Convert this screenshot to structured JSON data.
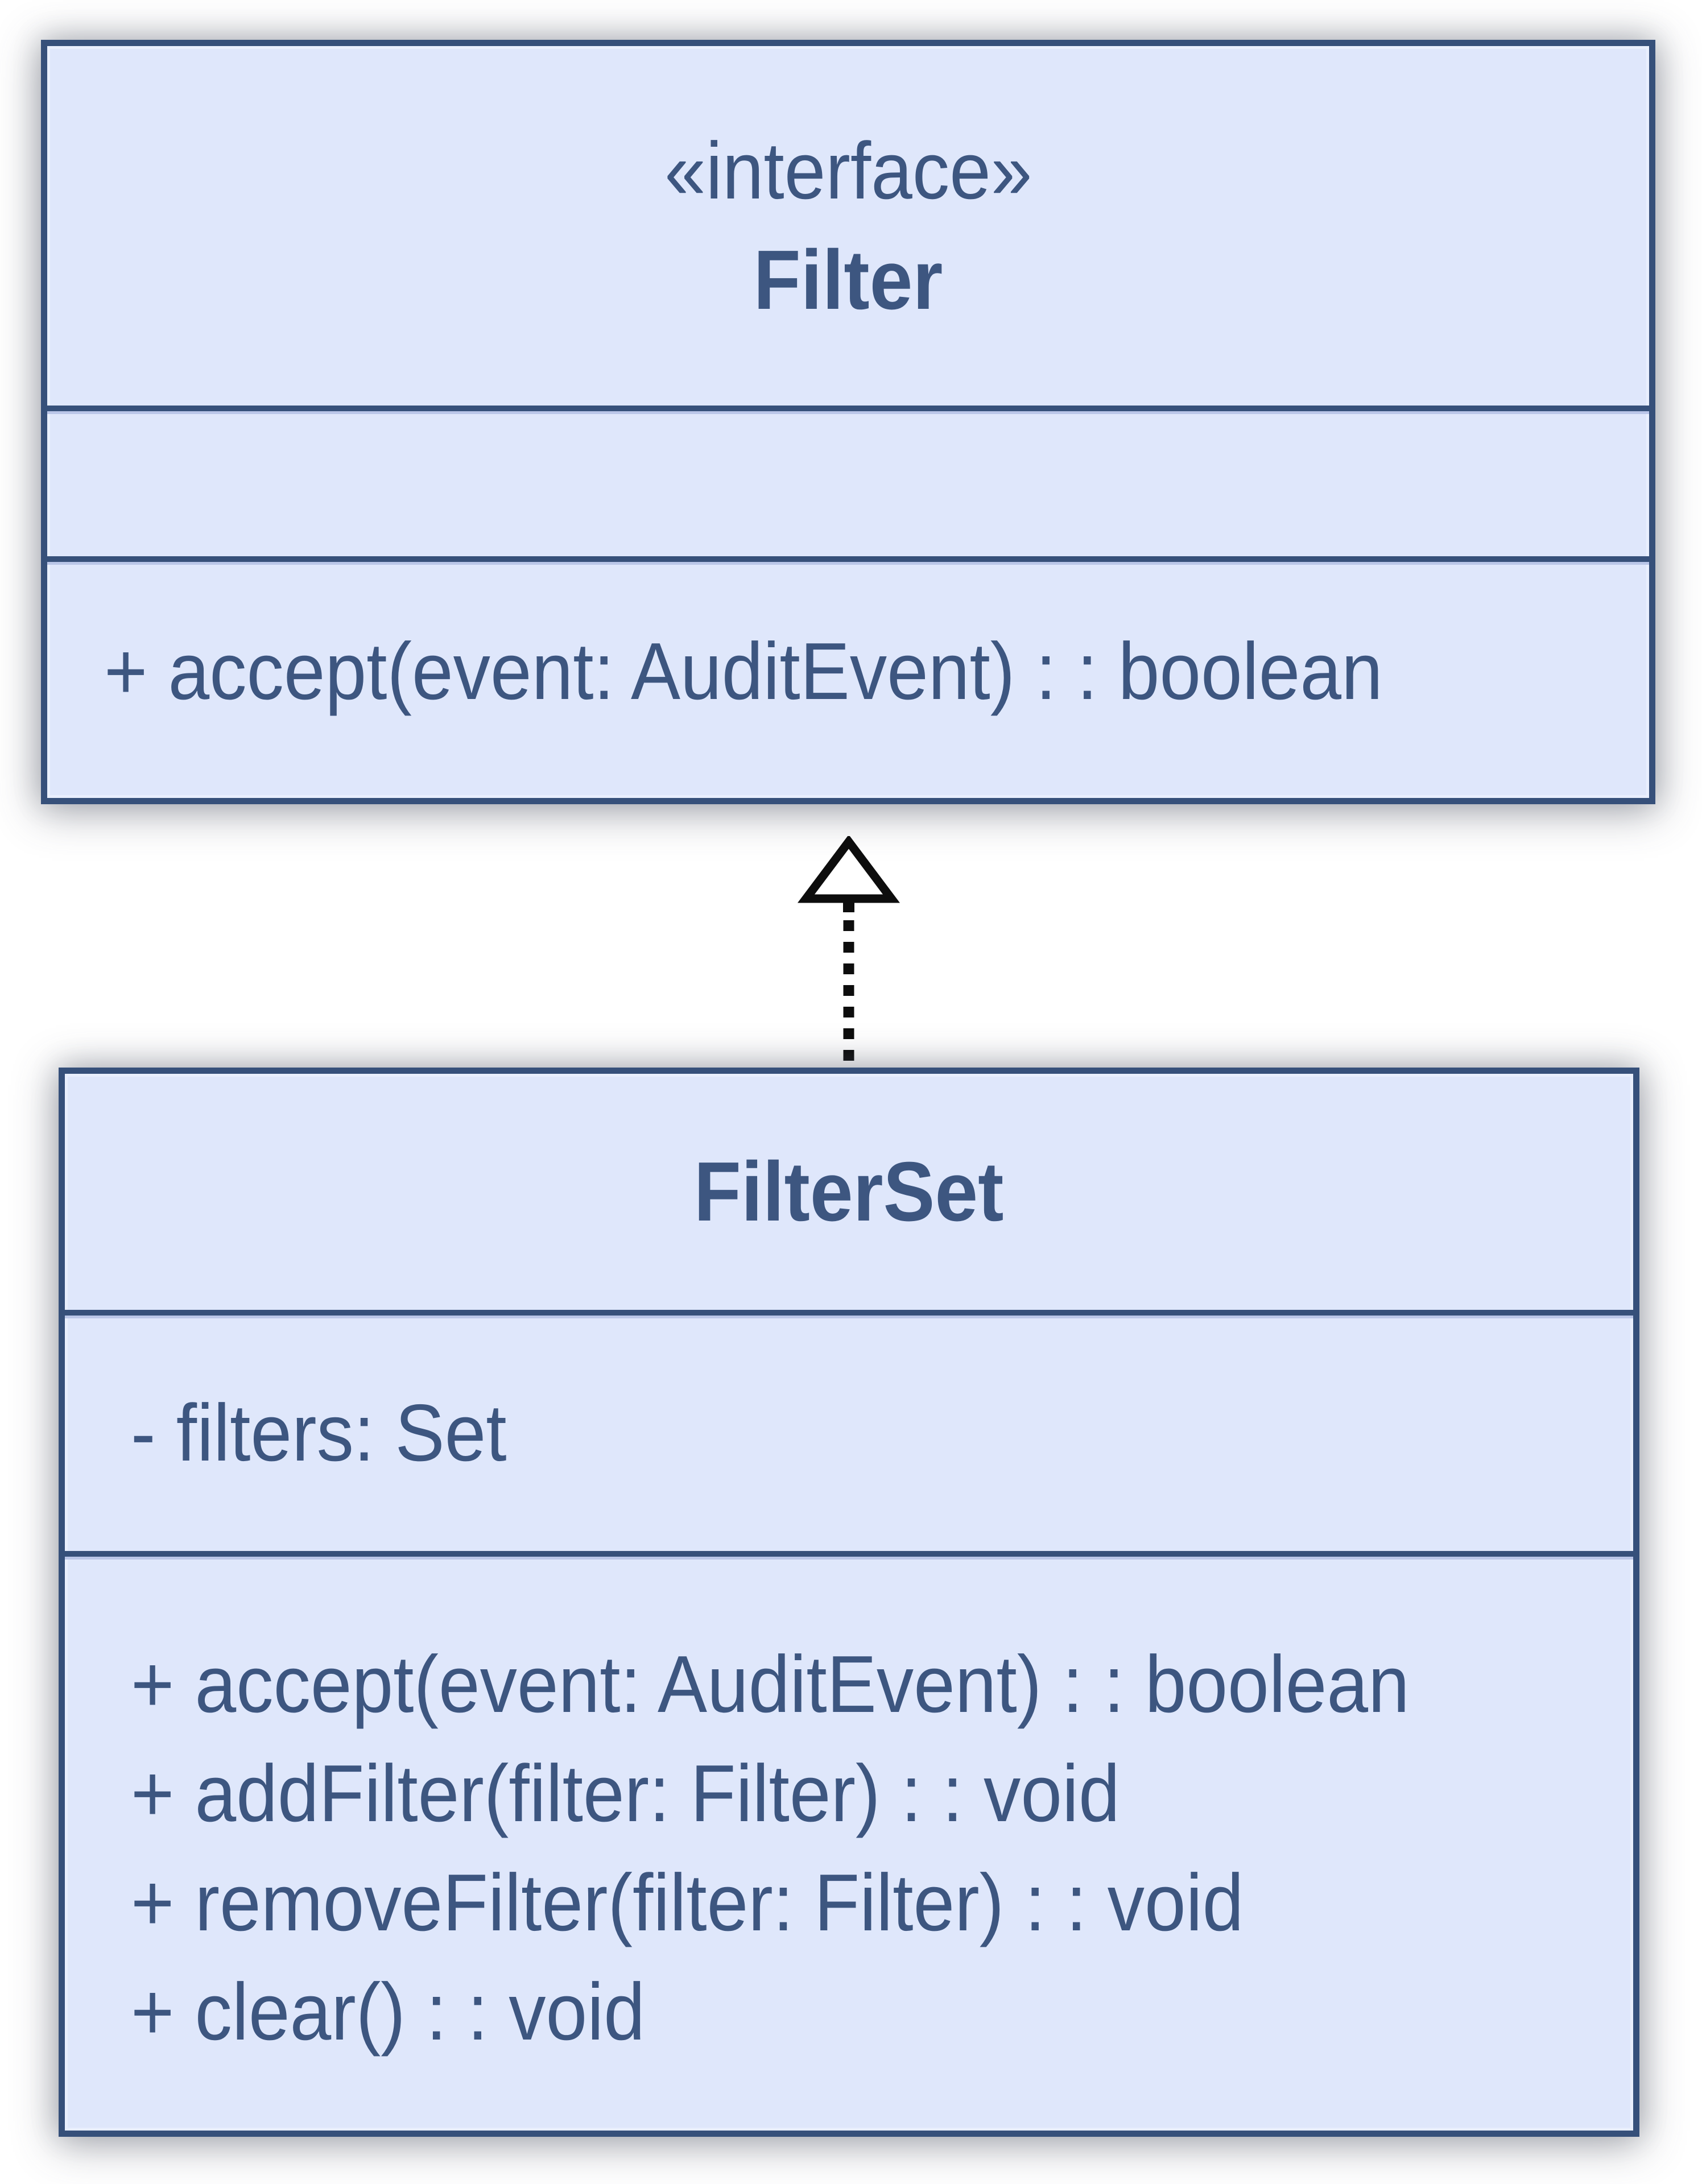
{
  "theme": {
    "background": "#ffffff",
    "box_fill": "#dfe7fb",
    "box_border": "#36507a",
    "text_color": "#3d5680",
    "divider_highlight": "#bac6e8",
    "arrow_color": "#0d0d0d"
  },
  "interface_class": {
    "stereotype": "«interface»",
    "name": "Filter",
    "attributes": [],
    "methods": [
      "+ accept(event: AuditEvent) : : boolean"
    ]
  },
  "filterset_class": {
    "name": "FilterSet",
    "attributes": [
      "- filters: Set"
    ],
    "methods": [
      "+ accept(event: AuditEvent) : : boolean",
      "+ addFilter(filter: Filter) : : void",
      "+ removeFilter(filter: Filter) : : void",
      "+ clear() : : void"
    ]
  },
  "relationship": {
    "type": "realization",
    "from": "FilterSet",
    "to": "Filter",
    "line_style": "dashed",
    "arrowhead": "hollow-triangle"
  }
}
